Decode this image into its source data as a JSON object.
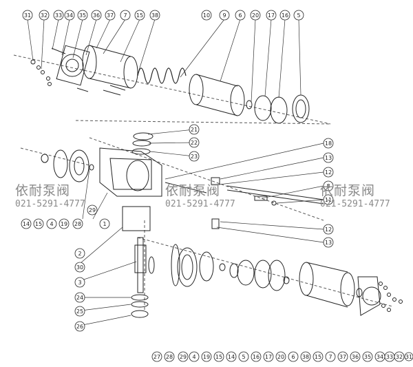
{
  "watermark": {
    "company": "依耐泵阀",
    "phone": "021-5291-4777"
  },
  "callouts": {
    "top": [
      "31",
      "32",
      "33",
      "34",
      "35",
      "36",
      "37",
      "7",
      "15",
      "38",
      "10",
      "9",
      "6",
      "20",
      "17",
      "16",
      "5"
    ],
    "right_mid": [
      "21",
      "22",
      "23",
      "18",
      "13",
      "12",
      "8",
      "11",
      "12",
      "13"
    ],
    "left_mid": [
      "14",
      "15",
      "4",
      "19",
      "28",
      "29",
      "1",
      "2",
      "30",
      "3",
      "24",
      "25",
      "26"
    ],
    "bottom": [
      "27",
      "28",
      "29",
      "4",
      "19",
      "15",
      "14",
      "5",
      "16",
      "17",
      "20",
      "6",
      "38",
      "15",
      "7",
      "37",
      "36",
      "35",
      "34",
      "33",
      "32",
      "31"
    ]
  }
}
